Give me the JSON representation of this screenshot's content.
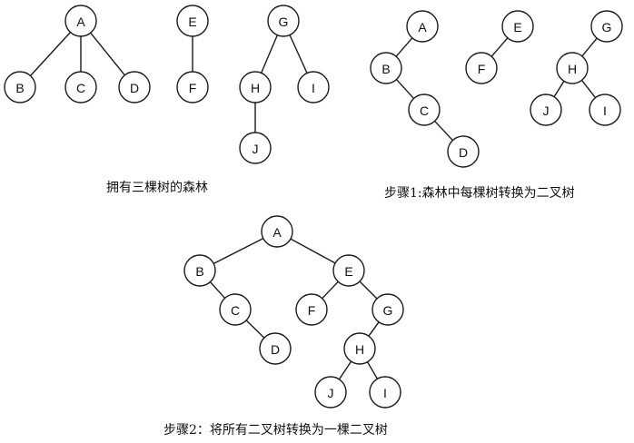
{
  "captions": {
    "forest": "拥有三棵树的森林",
    "step1": "步骤1:森林中每棵树转换为二叉树",
    "step2": "步骤2：将所有二叉树转换为一棵二叉树"
  },
  "forest": {
    "trees": [
      {
        "nodes": [
          "A",
          "B",
          "C",
          "D"
        ],
        "edges": [
          [
            "A",
            "B"
          ],
          [
            "A",
            "C"
          ],
          [
            "A",
            "D"
          ]
        ]
      },
      {
        "nodes": [
          "E",
          "F"
        ],
        "edges": [
          [
            "E",
            "F"
          ]
        ]
      },
      {
        "nodes": [
          "G",
          "H",
          "I",
          "J"
        ],
        "edges": [
          [
            "G",
            "H"
          ],
          [
            "G",
            "I"
          ],
          [
            "H",
            "J"
          ]
        ]
      }
    ]
  },
  "step1_binary_trees": {
    "trees": [
      {
        "nodes": [
          "A",
          "B",
          "C",
          "D"
        ],
        "edges": [
          [
            "A",
            "B"
          ],
          [
            "B",
            "C"
          ],
          [
            "C",
            "D"
          ]
        ]
      },
      {
        "nodes": [
          "E",
          "F"
        ],
        "edges": [
          [
            "E",
            "F"
          ]
        ]
      },
      {
        "nodes": [
          "G",
          "H",
          "J",
          "I"
        ],
        "edges": [
          [
            "G",
            "H"
          ],
          [
            "H",
            "J"
          ],
          [
            "H",
            "I"
          ]
        ]
      }
    ]
  },
  "step2_binary_tree": {
    "nodes": [
      "A",
      "B",
      "C",
      "D",
      "E",
      "F",
      "G",
      "H",
      "J",
      "I"
    ],
    "edges": [
      [
        "A",
        "B"
      ],
      [
        "A",
        "E"
      ],
      [
        "B",
        "C"
      ],
      [
        "C",
        "D"
      ],
      [
        "E",
        "F"
      ],
      [
        "E",
        "G"
      ],
      [
        "G",
        "H"
      ],
      [
        "H",
        "J"
      ],
      [
        "H",
        "I"
      ]
    ]
  }
}
